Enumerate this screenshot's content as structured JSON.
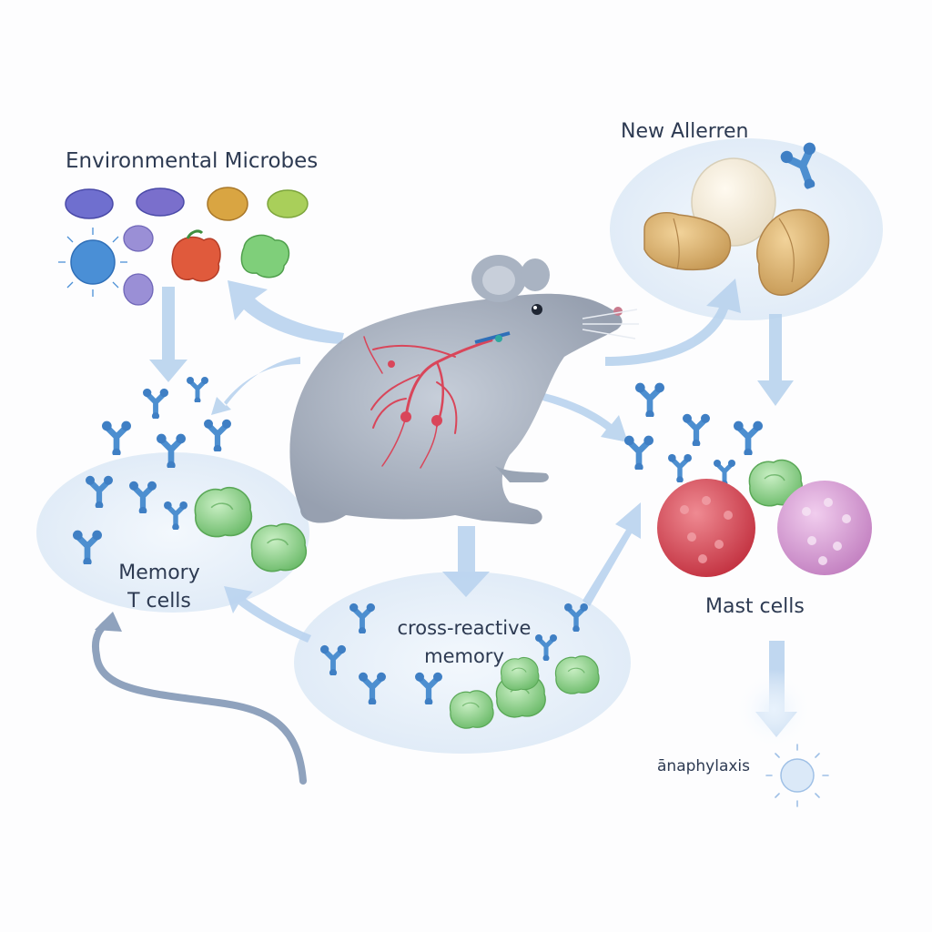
{
  "labels": {
    "environmental_microbes": "Environmental Microbes",
    "new_allergen": "New Allerren",
    "memory_t_cells_line1": "Memory",
    "memory_t_cells_line2": "T cells",
    "cross_reactive_line1": "cross-reactive",
    "cross_reactive_line2": "memory",
    "mast_cells": "Mast cells",
    "anaphylaxis": "ānaphylaxis"
  },
  "colors": {
    "background": "#fdfdfe",
    "bubble_fill": "#e6eff9",
    "arrow": "#b9d3ee",
    "receptor": "#4d8fd0",
    "t_cell": "#8fd08a",
    "mouse": "#a3adbc",
    "mast_cell_red": "#d9505e",
    "mast_cell_pink": "#d9a3d6",
    "text": "#2d3a52"
  },
  "icons": [
    "mouse-illustration",
    "microbe-icon",
    "receptor-icon",
    "t-cell-icon",
    "mast-cell-icon",
    "food-allergen-icon",
    "anaphylaxis-burst-icon"
  ]
}
